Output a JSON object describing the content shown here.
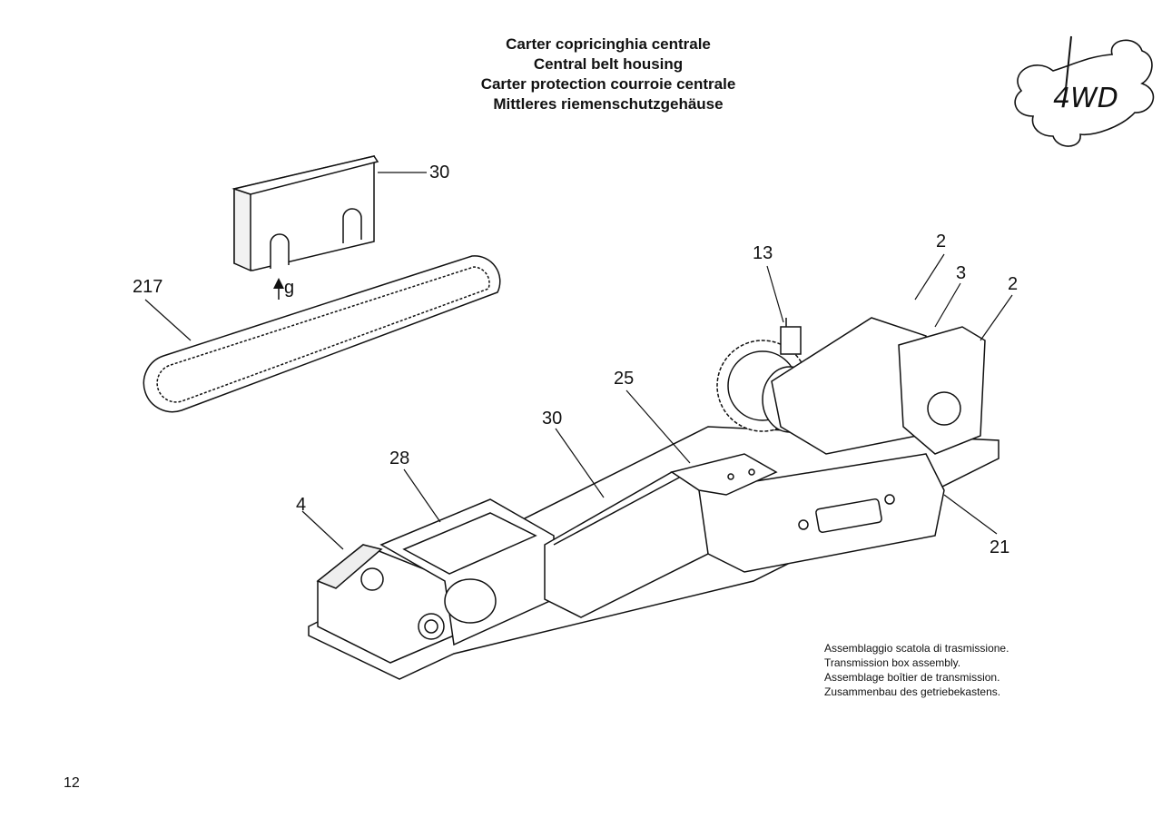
{
  "title": {
    "line_it": "Carter copricinghia centrale",
    "line_en": "Central belt housing",
    "line_fr": "Carter protection courroie centrale",
    "line_de": "Mittleres riemenschutzgehäuse"
  },
  "logo": {
    "text": "4WD"
  },
  "callouts": {
    "c30_top": "30",
    "c217": "217",
    "g_mark": "g",
    "c13": "13",
    "c2_a": "2",
    "c3": "3",
    "c2_b": "2",
    "c25": "25",
    "c30_mid": "30",
    "c28": "28",
    "c4": "4",
    "c21": "21"
  },
  "caption": {
    "line_it": "Assemblaggio scatola di trasmissione.",
    "line_en": "Transmission box assembly.",
    "line_fr": "Assemblage boîtier de transmission.",
    "line_de": "Zusammenbau des getriebekastens."
  },
  "page_number": "12"
}
